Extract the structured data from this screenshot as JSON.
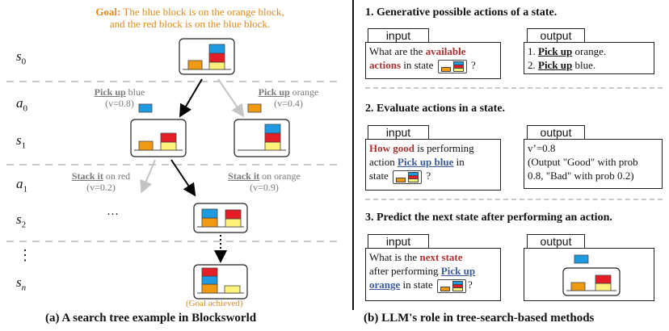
{
  "left": {
    "goal_label": "Goal:",
    "goal_line1": " The blue block is on the orange block,",
    "goal_line2": "and the red block is on the blue block.",
    "levels": [
      "s",
      "a",
      "s",
      "a",
      "s",
      "s"
    ],
    "level_subs": [
      "0",
      "0",
      "1",
      "1",
      "2",
      "n"
    ],
    "vdots": "⋮",
    "hdots": "···",
    "actions": [
      {
        "verb": "Pick up",
        "obj": " blue",
        "value": "(v=0.8)"
      },
      {
        "verb": "Pick up",
        "obj": " orange",
        "value": "(v=0.4)"
      },
      {
        "verb": "Stack it",
        "obj": " on red",
        "value": "(v=0.2)"
      },
      {
        "verb": "Stack it",
        "obj": " on orange",
        "value": "(v=0.9)"
      }
    ],
    "goal_achieved": "(Goal achieved)",
    "caption": "(a) A search tree example in Blocksworld"
  },
  "right": {
    "section1": "1. Generative possible actions of a state.",
    "section2": "2. Evaluate actions in a state.",
    "section3": "3. Predict the next state after performing an action.",
    "input_tab": "input",
    "output_tab": "output",
    "s1_in_a": "What are the ",
    "s1_in_b": "available",
    "s1_in_c": "actions",
    "s1_in_d": " in state ",
    "s1_in_e": " ?",
    "s1_out1_num": "1. ",
    "s1_out1_verb": "Pick up",
    "s1_out1_obj": " orange.",
    "s1_out2_num": "2. ",
    "s1_out2_verb": "Pick up",
    "s1_out2_obj": " blue.",
    "s2_in_a": "How good",
    "s2_in_b": " is performing",
    "s2_in_c": "action ",
    "s2_in_d": "Pick up blue",
    "s2_in_e": " in",
    "s2_in_f": "state ",
    "s2_in_g": " ?",
    "s2_out1": "v’=0.8",
    "s2_out2": "(Output \"Good\" with prob",
    "s2_out3": "0.8, \"Bad\" with prob 0.2)",
    "s3_in_a": "What is the ",
    "s3_in_b": "next state",
    "s3_in_c": "after performing ",
    "s3_in_d": "Pick up",
    "s3_in_e": "orange",
    "s3_in_f": " in state ",
    "s3_in_g": "?",
    "caption": "(b) LLM's role in tree-search-based methods"
  },
  "colors": {
    "blue": "#1e9ae0",
    "red": "#e41e26",
    "yellow": "#fff27a",
    "orange": "#ef9a12",
    "goal_text": "#e08a1c",
    "dark_red_text": "#a83232",
    "dark_blue_text": "#3b5c9a"
  }
}
